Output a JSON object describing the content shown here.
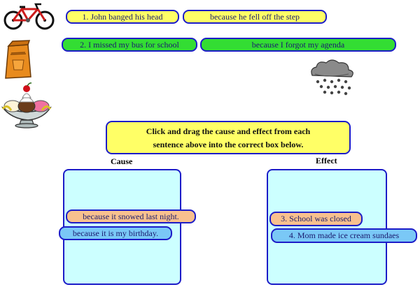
{
  "pairs": [
    {
      "cause": "1. John banged his head",
      "effect": "because he fell off the step"
    },
    {
      "cause": "2. I missed my bus for school",
      "effect": "because I forgot my agenda"
    }
  ],
  "instructions": {
    "line1": "Click and drag the cause and effect from each",
    "line2": "sentence above into the correct box below."
  },
  "columns": {
    "cause": "Cause",
    "effect": "Effect"
  },
  "cause_box_items": [
    "because it snowed last night.",
    "because it is my birthday."
  ],
  "effect_box_items": [
    "3. School was closed",
    "4. Mom made ice cream sundaes"
  ],
  "icons": [
    "bicycle-icon",
    "lunch-bag-icon",
    "ice-cream-sundae-icon",
    "snow-cloud-icon"
  ],
  "colors": {
    "yellow": "#ffff66",
    "green": "#33dd33",
    "peach": "#f8c08e",
    "blue": "#7ac8f6",
    "box": "#ccffff",
    "border": "#1c1cc8"
  }
}
